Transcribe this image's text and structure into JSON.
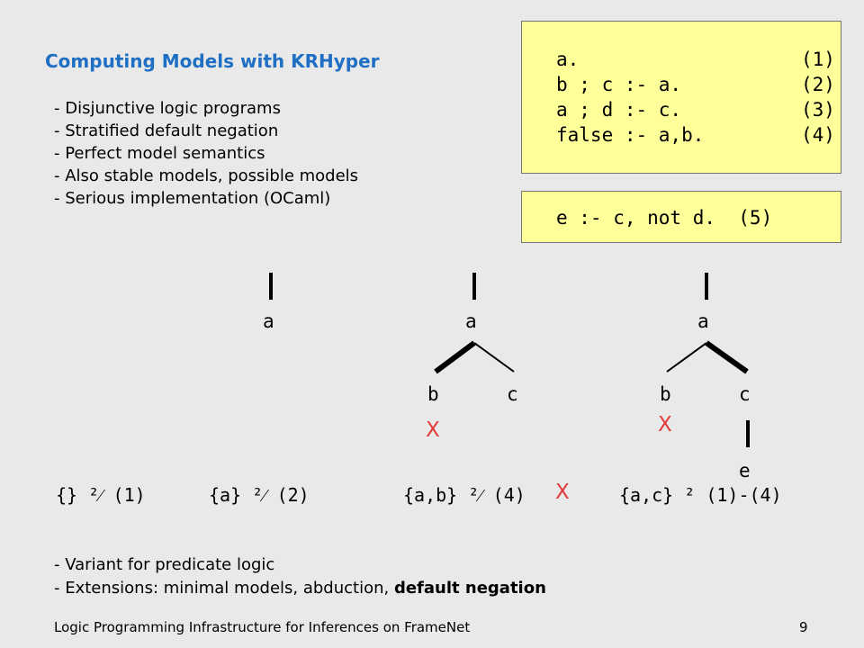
{
  "title": "Computing Models with KRHyper",
  "bullets": [
    "- Disjunctive logic programs",
    "- Stratified default negation",
    "- Perfect model semantics",
    "- Also stable models, possible models",
    "- Serious implementation (OCaml)"
  ],
  "rules": [
    {
      "text": "a.",
      "num": "(1)"
    },
    {
      "text": "b ; c :- a.",
      "num": "(2)"
    },
    {
      "text": "a ; d :- c.",
      "num": "(3)"
    },
    {
      "text": "false :- a,b.",
      "num": "(4)"
    }
  ],
  "rule5": "e :- c, not d.  (5)",
  "trees": {
    "t1_root": "a",
    "t2_root": "a",
    "t2_left": "b",
    "t2_right": "c",
    "t3_root": "a",
    "t3_left": "b",
    "t3_right": "c",
    "t3_child": "e"
  },
  "cross": "X",
  "model_steps": [
    "{} ²⁄ (1)",
    "{a} ²⁄ (2)",
    "{a,b} ²⁄ (4)",
    "{a,c} ² (1)-(4)"
  ],
  "bottom_bullets": [
    {
      "text": "- Variant for predicate logic",
      "bold": ""
    },
    {
      "text": "- Extensions: minimal models, abduction, ",
      "bold": "default negation"
    }
  ],
  "footer": "Logic Programming Infrastructure for Inferences on FrameNet",
  "page_number": "9",
  "colors": {
    "title": "#1f6fc4",
    "box": "#ffff99",
    "cross": "#e23b3b"
  }
}
